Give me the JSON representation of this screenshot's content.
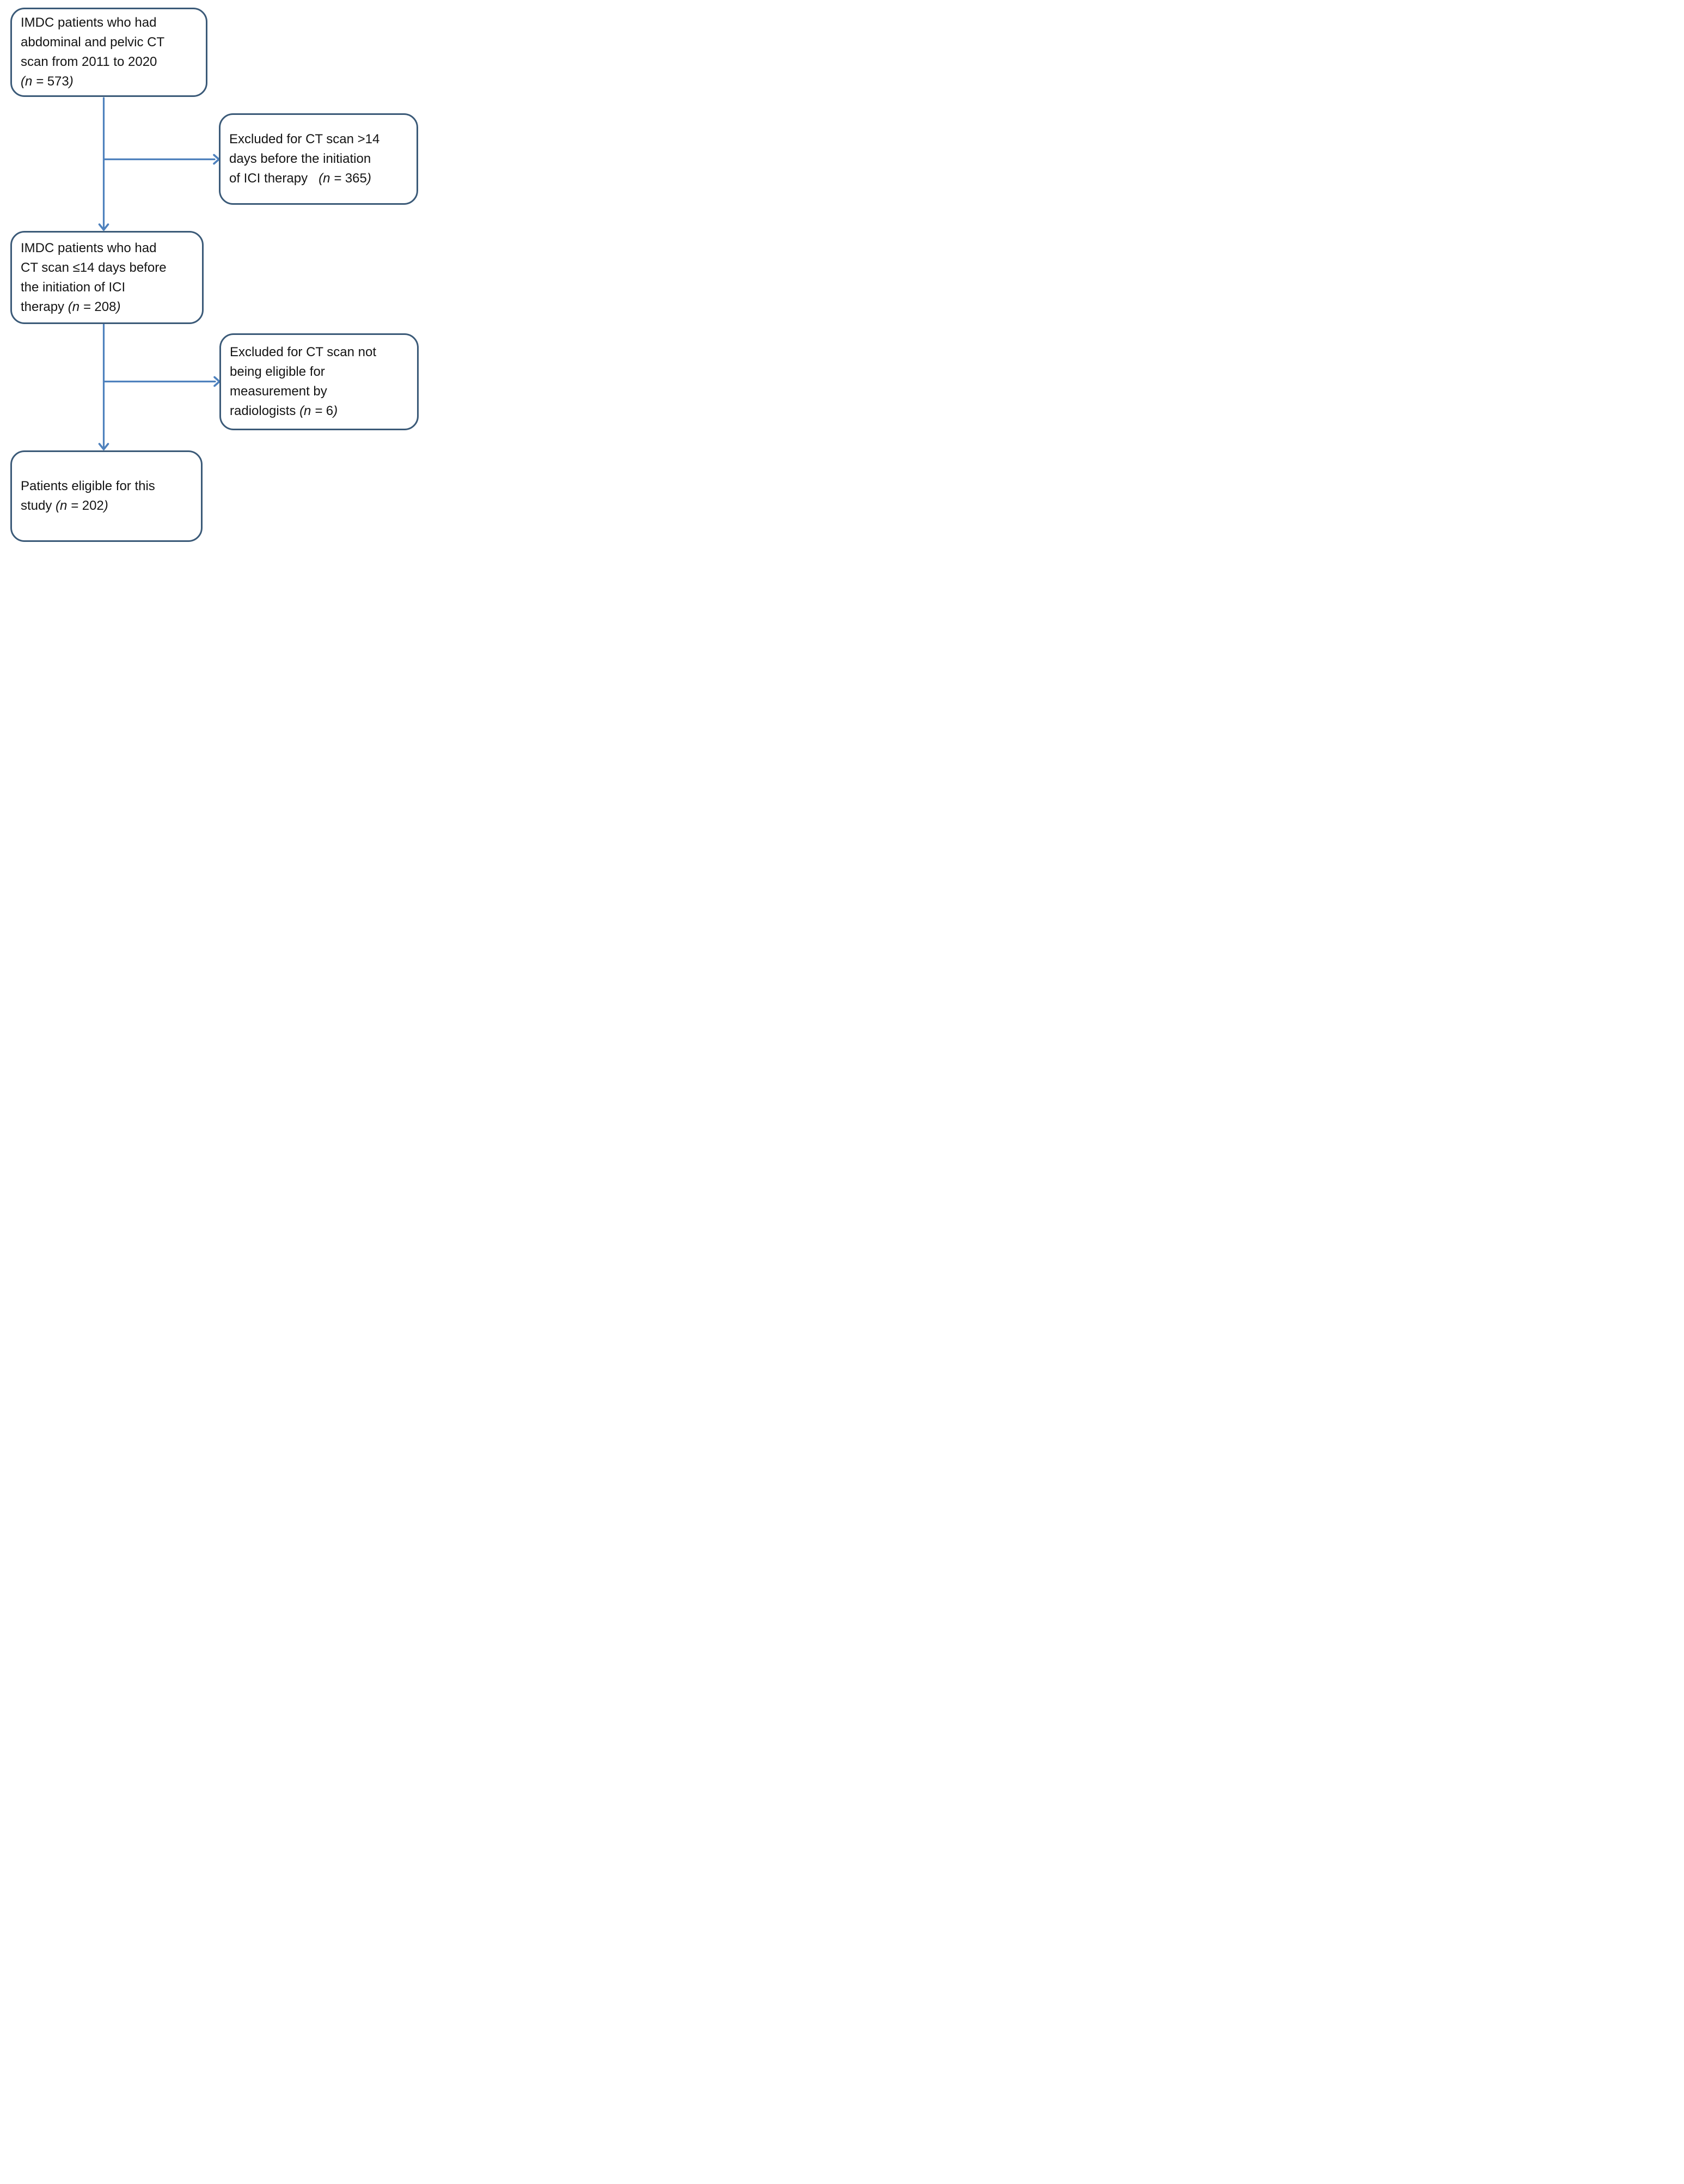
{
  "diagram": {
    "background_color": "#ffffff",
    "box_border_color": "#3b5a78",
    "arrow_color": "#4e81bd",
    "text_color": "#141414"
  },
  "boxes": [
    {
      "id": "source",
      "lines": [
        [
          "IMDC patients who had"
        ],
        [
          "abdominal and pelvic CT"
        ],
        [
          "scan from 2011 to 2020"
        ],
        [
          {
            "t": "(n = ",
            "i": true
          },
          {
            "t": "573"
          },
          {
            "t": ")",
            "i": true
          }
        ]
      ]
    },
    {
      "id": "excluded-ct-over-14-days",
      "lines": [
        [
          "Excluded for CT scan >14"
        ],
        [
          "days before the initiation"
        ],
        [
          "of ICI therapy   ",
          {
            "t": "(n = ",
            "i": true
          },
          {
            "t": "365"
          },
          {
            "t": ")",
            "i": true
          }
        ]
      ]
    },
    {
      "id": "ct-within-14-days",
      "lines": [
        [
          "IMDC patients who had"
        ],
        [
          "CT scan ≤14 days before"
        ],
        [
          "the initiation of ICI"
        ],
        [
          "therapy ",
          {
            "t": "(n = ",
            "i": true
          },
          {
            "t": "208"
          },
          {
            "t": ")",
            "i": true
          }
        ]
      ]
    },
    {
      "id": "excluded-not-measurable",
      "lines": [
        [
          "Excluded for CT scan not"
        ],
        [
          "being eligible for"
        ],
        [
          "measurement by"
        ],
        [
          "radiologists ",
          {
            "t": "(n = ",
            "i": true
          },
          {
            "t": "6"
          },
          {
            "t": ")",
            "i": true
          }
        ]
      ]
    },
    {
      "id": "patients-eligible",
      "lines": [
        [
          "Patients eligible for this"
        ],
        [
          "study ",
          {
            "t": "(n = ",
            "i": true
          },
          {
            "t": "202"
          },
          {
            "t": ")",
            "i": true
          }
        ]
      ]
    }
  ],
  "connectors": [
    {
      "from": "source",
      "to": "ct-within-14-days",
      "type": "arrow-down"
    },
    {
      "from": "source",
      "to": "excluded-ct-over-14-days",
      "type": "arrow-right-branch"
    },
    {
      "from": "ct-within-14-days",
      "to": "patients-eligible",
      "type": "arrow-down"
    },
    {
      "from": "ct-within-14-days",
      "to": "excluded-not-measurable",
      "type": "arrow-right-branch"
    }
  ]
}
